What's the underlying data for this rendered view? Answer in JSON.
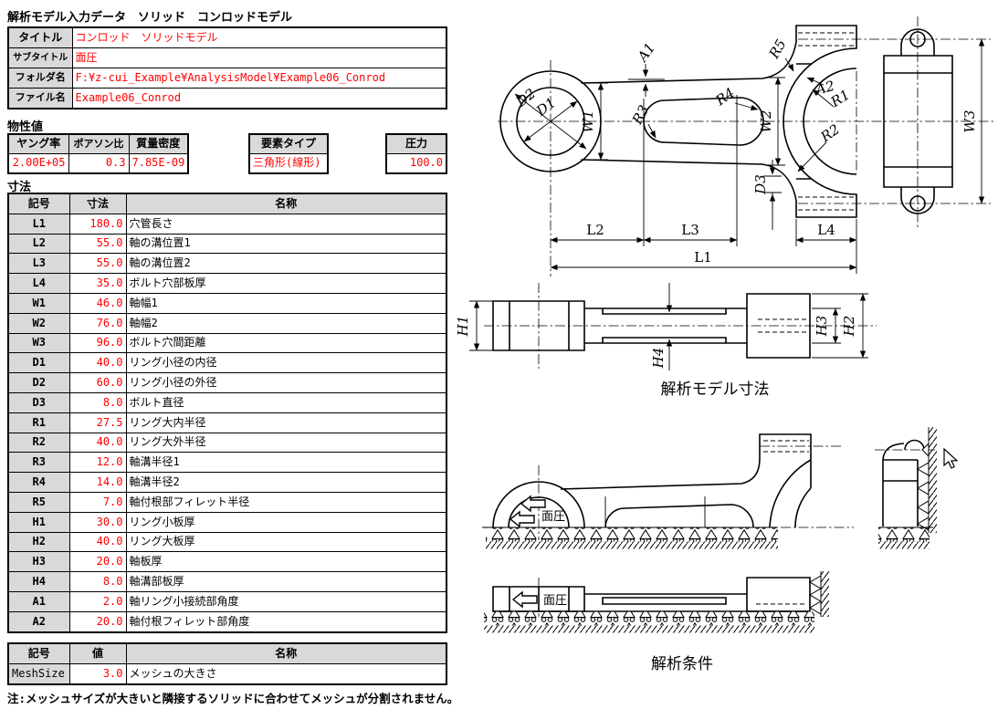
{
  "page_title": "解析モデル入力データ　ソリッド　コンロッドモデル",
  "header_table": {
    "rows": [
      {
        "label": "タイトル",
        "value": "コンロッド　ソリッドモデル"
      },
      {
        "label": "サブタイトル",
        "value": "面圧"
      },
      {
        "label": "フォルダ名",
        "value": "F:¥z-cui_Example¥AnalysisModel¥Example06_Conrod"
      },
      {
        "label": "ファイル名",
        "value": "Example06_Conrod"
      }
    ]
  },
  "material_section": {
    "title": "物性値",
    "properties": [
      {
        "label": "ヤング率",
        "value": "2.00E+05"
      },
      {
        "label": "ポアソン比",
        "value": "0.3"
      },
      {
        "label": "質量密度",
        "value": "7.85E-09"
      }
    ],
    "element_type": {
      "label": "要素タイプ",
      "value": "三角形(線形)"
    },
    "pressure": {
      "label": "圧力",
      "value": "100.0"
    }
  },
  "dimension_section": {
    "title": "寸法",
    "headers": {
      "symbol": "記号",
      "value": "寸法",
      "name": "名称"
    },
    "rows": [
      {
        "symbol": "L1",
        "value": "180.0",
        "name": "穴管長さ"
      },
      {
        "symbol": "L2",
        "value": "55.0",
        "name": "軸の溝位置1"
      },
      {
        "symbol": "L3",
        "value": "55.0",
        "name": "軸の溝位置2"
      },
      {
        "symbol": "L4",
        "value": "35.0",
        "name": "ボルト穴部板厚"
      },
      {
        "symbol": "W1",
        "value": "46.0",
        "name": "軸幅1"
      },
      {
        "symbol": "W2",
        "value": "76.0",
        "name": "軸幅2"
      },
      {
        "symbol": "W3",
        "value": "96.0",
        "name": "ボルト穴間距離"
      },
      {
        "symbol": "D1",
        "value": "40.0",
        "name": "リング小径の内径"
      },
      {
        "symbol": "D2",
        "value": "60.0",
        "name": "リング小径の外径"
      },
      {
        "symbol": "D3",
        "value": "8.0",
        "name": "ボルト直径"
      },
      {
        "symbol": "R1",
        "value": "27.5",
        "name": "リング大内半径"
      },
      {
        "symbol": "R2",
        "value": "40.0",
        "name": "リング大外半径"
      },
      {
        "symbol": "R3",
        "value": "12.0",
        "name": "軸溝半径1"
      },
      {
        "symbol": "R4",
        "value": "14.0",
        "name": "軸溝半径2"
      },
      {
        "symbol": "R5",
        "value": "7.0",
        "name": "軸付根部フィレット半径"
      },
      {
        "symbol": "H1",
        "value": "30.0",
        "name": "リング小板厚"
      },
      {
        "symbol": "H2",
        "value": "40.0",
        "name": "リング大板厚"
      },
      {
        "symbol": "H3",
        "value": "20.0",
        "name": "軸板厚"
      },
      {
        "symbol": "H4",
        "value": "8.0",
        "name": "軸溝部板厚"
      },
      {
        "symbol": "A1",
        "value": "2.0",
        "name": "軸リング小接続部角度"
      },
      {
        "symbol": "A2",
        "value": "20.0",
        "name": "軸付根フィレット部角度"
      }
    ]
  },
  "mesh_section": {
    "headers": {
      "symbol": "記号",
      "value": "値",
      "name": "名称"
    },
    "rows": [
      {
        "symbol": "MeshSize",
        "value": "3.0",
        "name": "メッシュの大きさ"
      }
    ],
    "note": "注:メッシュサイズが大きいと隣接するソリッドに合わせてメッシュが分割されません。"
  },
  "drawings": {
    "labels": {
      "l1": "L1",
      "l2": "L2",
      "l3": "L3",
      "l4": "L4",
      "w1": "W1",
      "w2": "W2",
      "w3": "W3",
      "d1": "D1",
      "d2": "D2",
      "d3": "D3",
      "r1": "R1",
      "r2": "R2",
      "r3": "R3",
      "r4": "R4",
      "r5": "R5",
      "a1": "A1",
      "a2": "A2",
      "h1": "H1",
      "h2": "H2",
      "h3": "H3",
      "h4": "H4"
    },
    "caption_model_dims": "解析モデル寸法",
    "caption_conditions": "解析条件",
    "pressure_label": "面圧"
  },
  "colors": {
    "value_red": "#ff0000",
    "header_gray": "#d9d9d9",
    "line_black": "#000000"
  }
}
